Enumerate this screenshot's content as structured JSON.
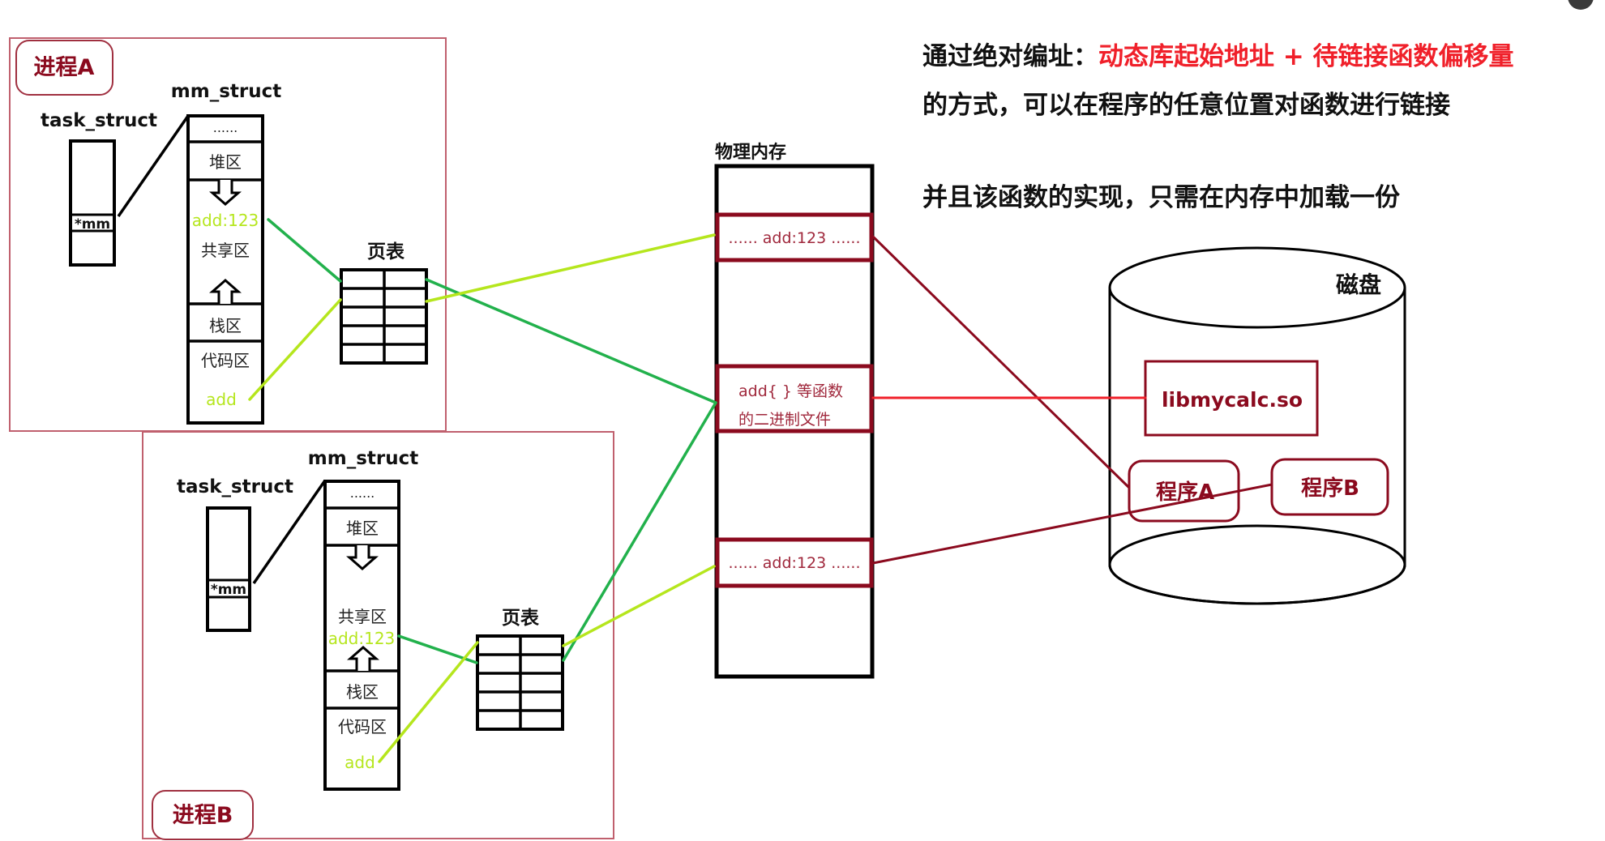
{
  "colors": {
    "accent_red": "#f0202a",
    "dark_red": "#8b0a1e",
    "green_line": "#22b14c",
    "lime_line": "#b5e61d"
  },
  "heading": {
    "line1_prefix": "通过绝对编址：",
    "line1_highlight": "动态库起始地址 + 待链接函数偏移量",
    "line2": "的方式，可以在程序的任意位置对函数进行链接",
    "line3": "并且该函数的实现，只需在内存中加载一份"
  },
  "process_a": {
    "title": "进程A",
    "task_struct_label": "task_struct",
    "mm_field": "*mm",
    "mm_struct_label": "mm_struct",
    "segments": [
      "......",
      "堆区",
      "共享区",
      "栈区",
      "代码区"
    ],
    "shared_symbol": "add:123",
    "code_symbol": "add",
    "page_table_label": "页表"
  },
  "process_b": {
    "title": "进程B",
    "task_struct_label": "task_struct",
    "mm_field": "*mm",
    "mm_struct_label": "mm_struct",
    "segments": [
      "......",
      "堆区",
      "共享区",
      "栈区",
      "代码区"
    ],
    "shared_symbol": "add:123",
    "code_symbol": "add",
    "page_table_label": "页表"
  },
  "physical_memory": {
    "label": "物理内存",
    "block_top": "...... add:123 ......",
    "block_middle_line1": "add{ } 等函数",
    "block_middle_line2": "的二进制文件",
    "block_bottom": "...... add:123 ......"
  },
  "disk": {
    "label": "磁盘",
    "library": "libmycalc.so",
    "program_a": "程序A",
    "program_b": "程序B"
  }
}
